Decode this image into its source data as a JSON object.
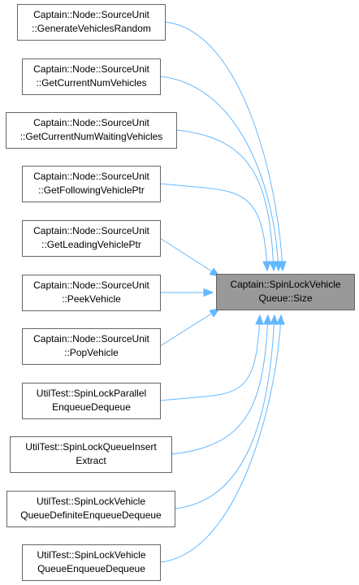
{
  "diagram": {
    "target": {
      "line1": "Captain::SpinLockVehicle",
      "line2": "Queue::Size"
    },
    "callers": [
      {
        "line1": "Captain::Node::SourceUnit",
        "line2": "::GenerateVehiclesRandom"
      },
      {
        "line1": "Captain::Node::SourceUnit",
        "line2": "::GetCurrentNumVehicles"
      },
      {
        "line1": "Captain::Node::SourceUnit",
        "line2": "::GetCurrentNumWaitingVehicles"
      },
      {
        "line1": "Captain::Node::SourceUnit",
        "line2": "::GetFollowingVehiclePtr"
      },
      {
        "line1": "Captain::Node::SourceUnit",
        "line2": "::GetLeadingVehiclePtr"
      },
      {
        "line1": "Captain::Node::SourceUnit",
        "line2": "::PeekVehicle"
      },
      {
        "line1": "Captain::Node::SourceUnit",
        "line2": "::PopVehicle"
      },
      {
        "line1": "UtilTest::SpinLockParallel",
        "line2": "EnqueueDequeue"
      },
      {
        "line1": "UtilTest::SpinLockQueueInsert",
        "line2": "Extract"
      },
      {
        "line1": "UtilTest::SpinLockVehicle",
        "line2": "QueueDefiniteEnqueueDequeue"
      },
      {
        "line1": "UtilTest::SpinLockVehicle",
        "line2": "QueueEnqueueDequeue"
      }
    ],
    "colors": {
      "edge": "#63b8ff",
      "node_border": "#666666",
      "target_fill": "#999999",
      "node_fill": "#ffffff"
    }
  }
}
